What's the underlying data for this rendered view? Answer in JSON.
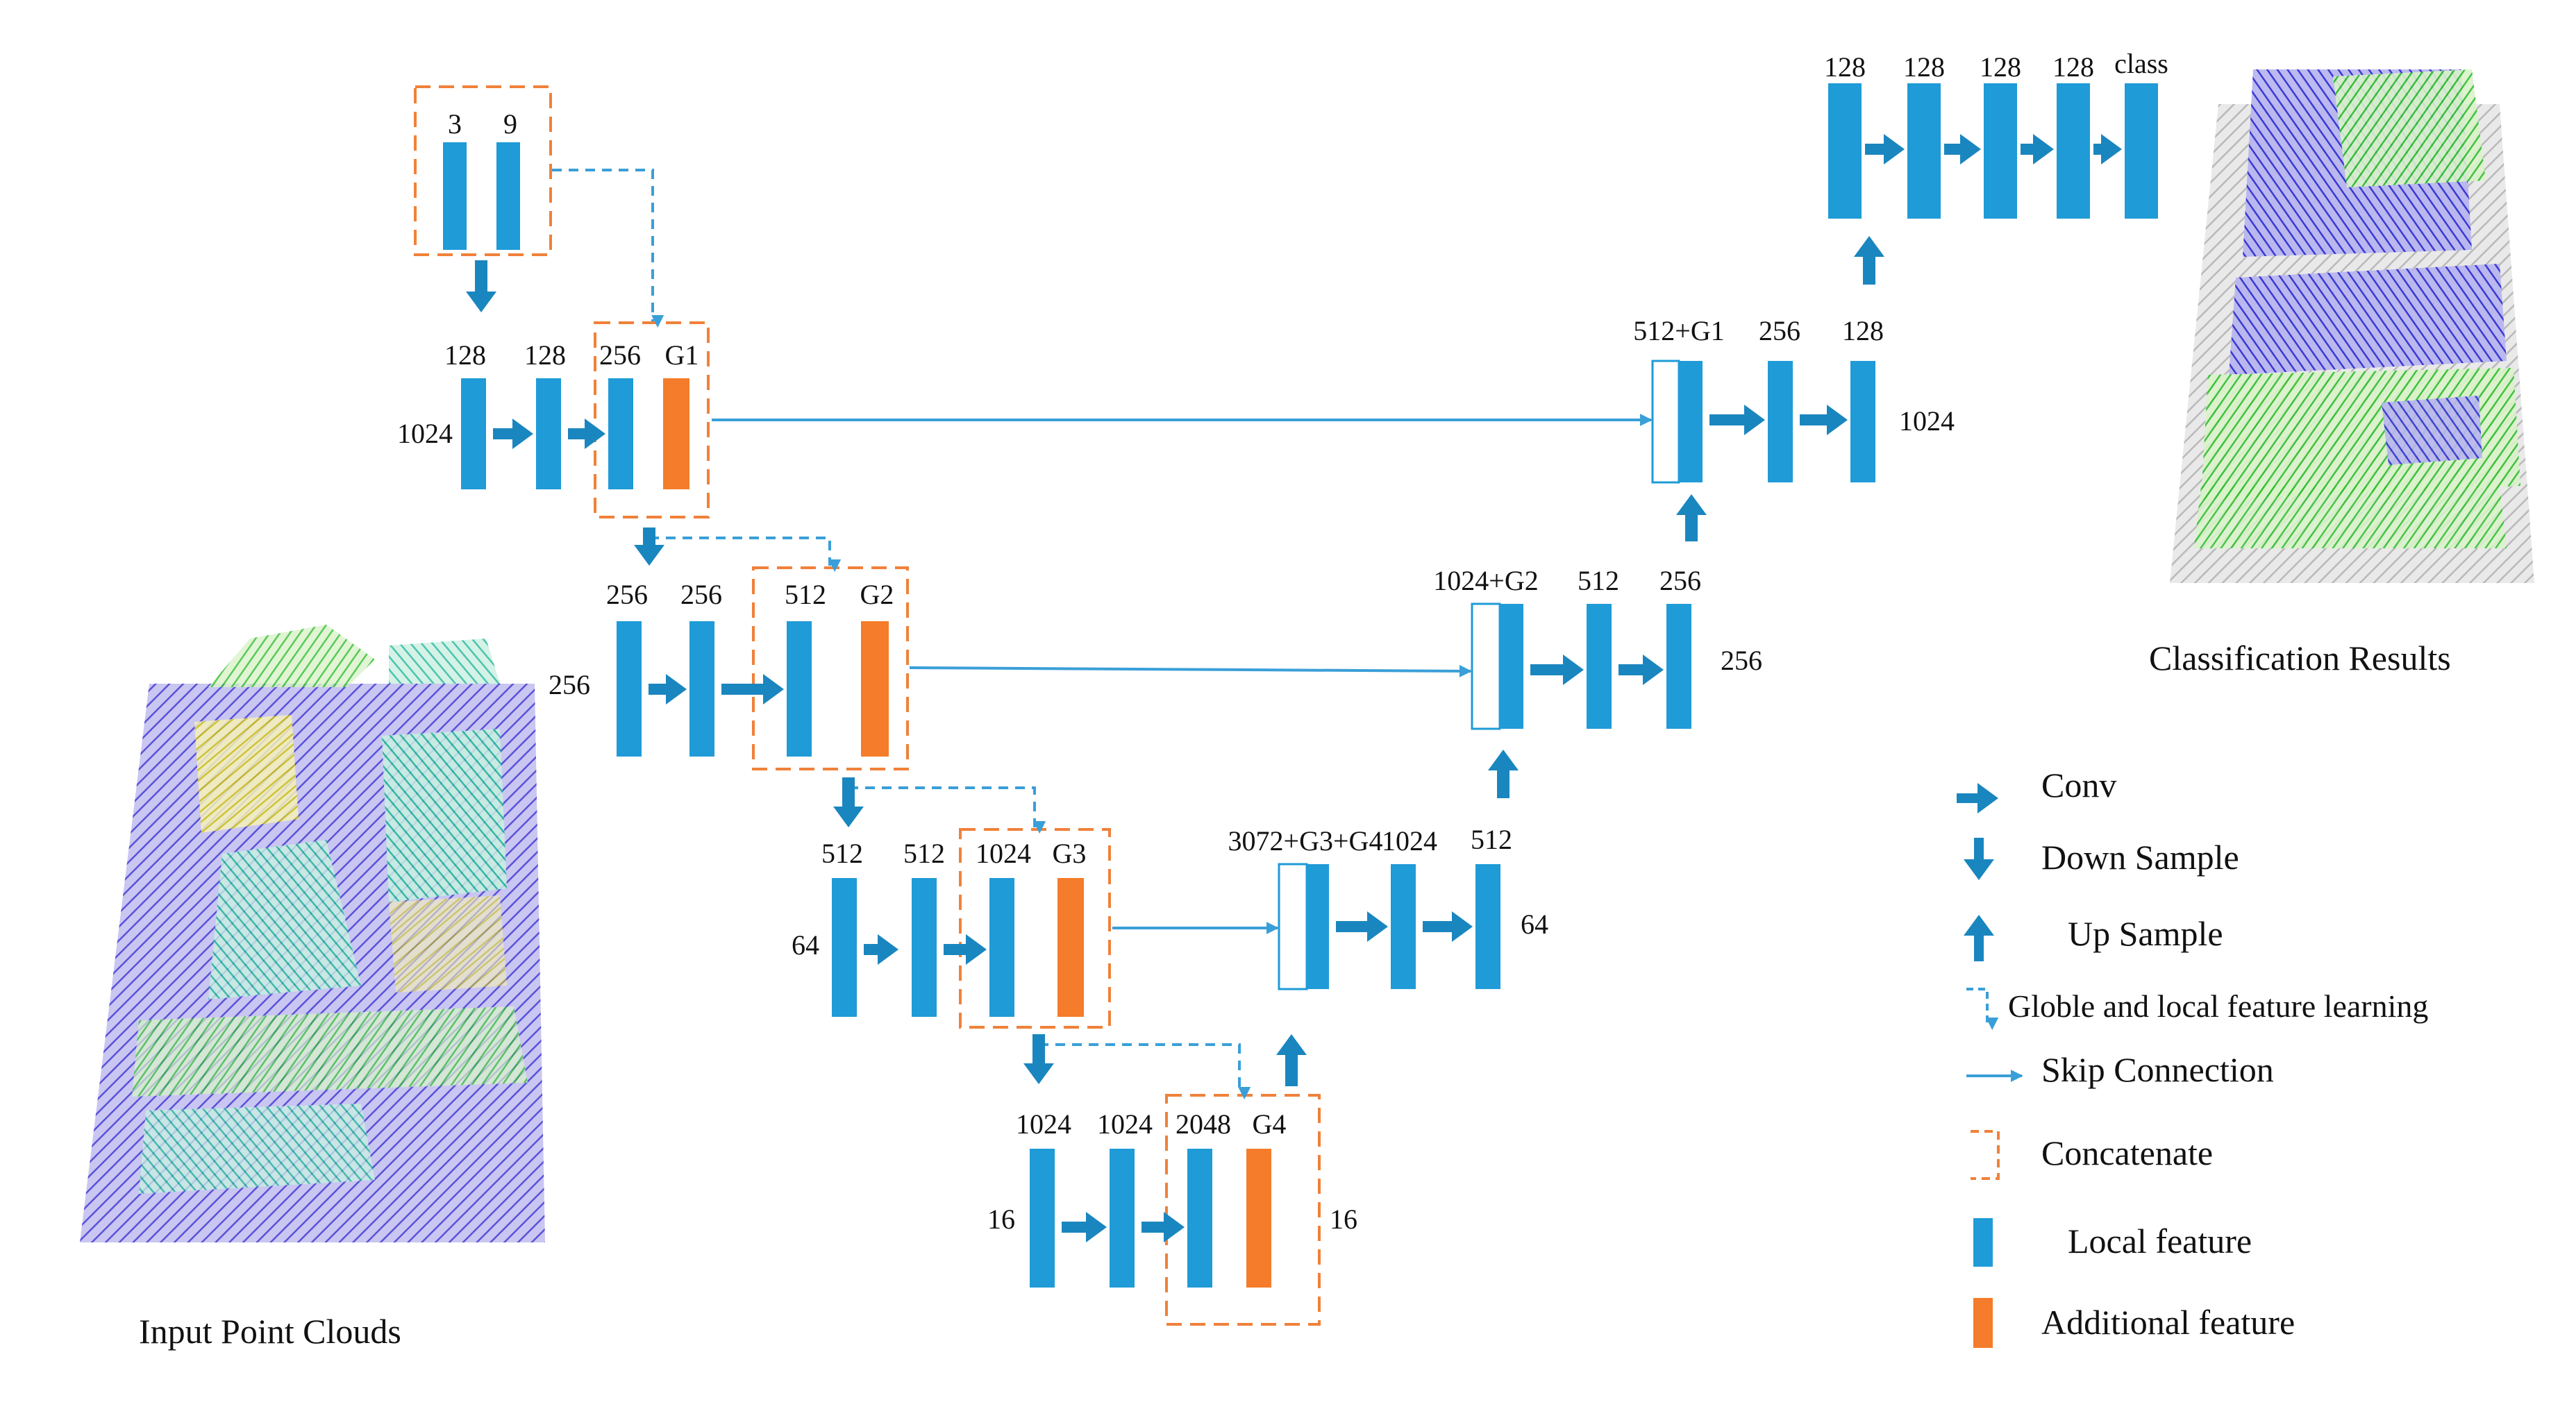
{
  "colors": {
    "local": "#1f9bd7",
    "additional": "#f47c2a",
    "arrow": "#1a86bf",
    "concat_border": "#f0813a",
    "skip": "#3a9fd8"
  },
  "input_block": {
    "labels": [
      "3",
      "9"
    ]
  },
  "encoder": [
    {
      "channels": [
        "128",
        "128",
        "256"
      ],
      "global": "G1",
      "points": "1024"
    },
    {
      "channels": [
        "256",
        "256",
        "512"
      ],
      "global": "G2",
      "points": "256"
    },
    {
      "channels": [
        "512",
        "512",
        "1024"
      ],
      "global": "G3",
      "points": "64"
    },
    {
      "channels": [
        "1024",
        "1024",
        "2048"
      ],
      "global": "G4",
      "points": "16"
    }
  ],
  "decoder": [
    {
      "channels": [
        "3072+G3+G4",
        "1024",
        "512"
      ],
      "points": "64"
    },
    {
      "channels": [
        "1024+G2",
        "512",
        "256"
      ],
      "points": "256"
    },
    {
      "channels": [
        "512+G1",
        "256",
        "128"
      ],
      "points": "1024"
    }
  ],
  "bottleneck_points_right": "16",
  "head": {
    "channels": [
      "128",
      "128",
      "128",
      "128",
      "class"
    ]
  },
  "captions": {
    "input": "Input  Point Clouds",
    "output": "Classification Results"
  },
  "legend": [
    {
      "icon": "conv-arrow-icon",
      "label": "Conv"
    },
    {
      "icon": "down-sample-arrow-icon",
      "label": "Down Sample"
    },
    {
      "icon": "up-sample-arrow-icon",
      "label": "Up Sample"
    },
    {
      "icon": "dashed-arrow-icon",
      "label": "Globle and local feature learning"
    },
    {
      "icon": "skip-arrow-icon",
      "label": "Skip Connection"
    },
    {
      "icon": "concat-bracket-icon",
      "label": "Concatenate"
    },
    {
      "icon": "local-feature-icon",
      "label": "Local feature"
    },
    {
      "icon": "additional-feature-icon",
      "label": "Additional feature"
    }
  ]
}
